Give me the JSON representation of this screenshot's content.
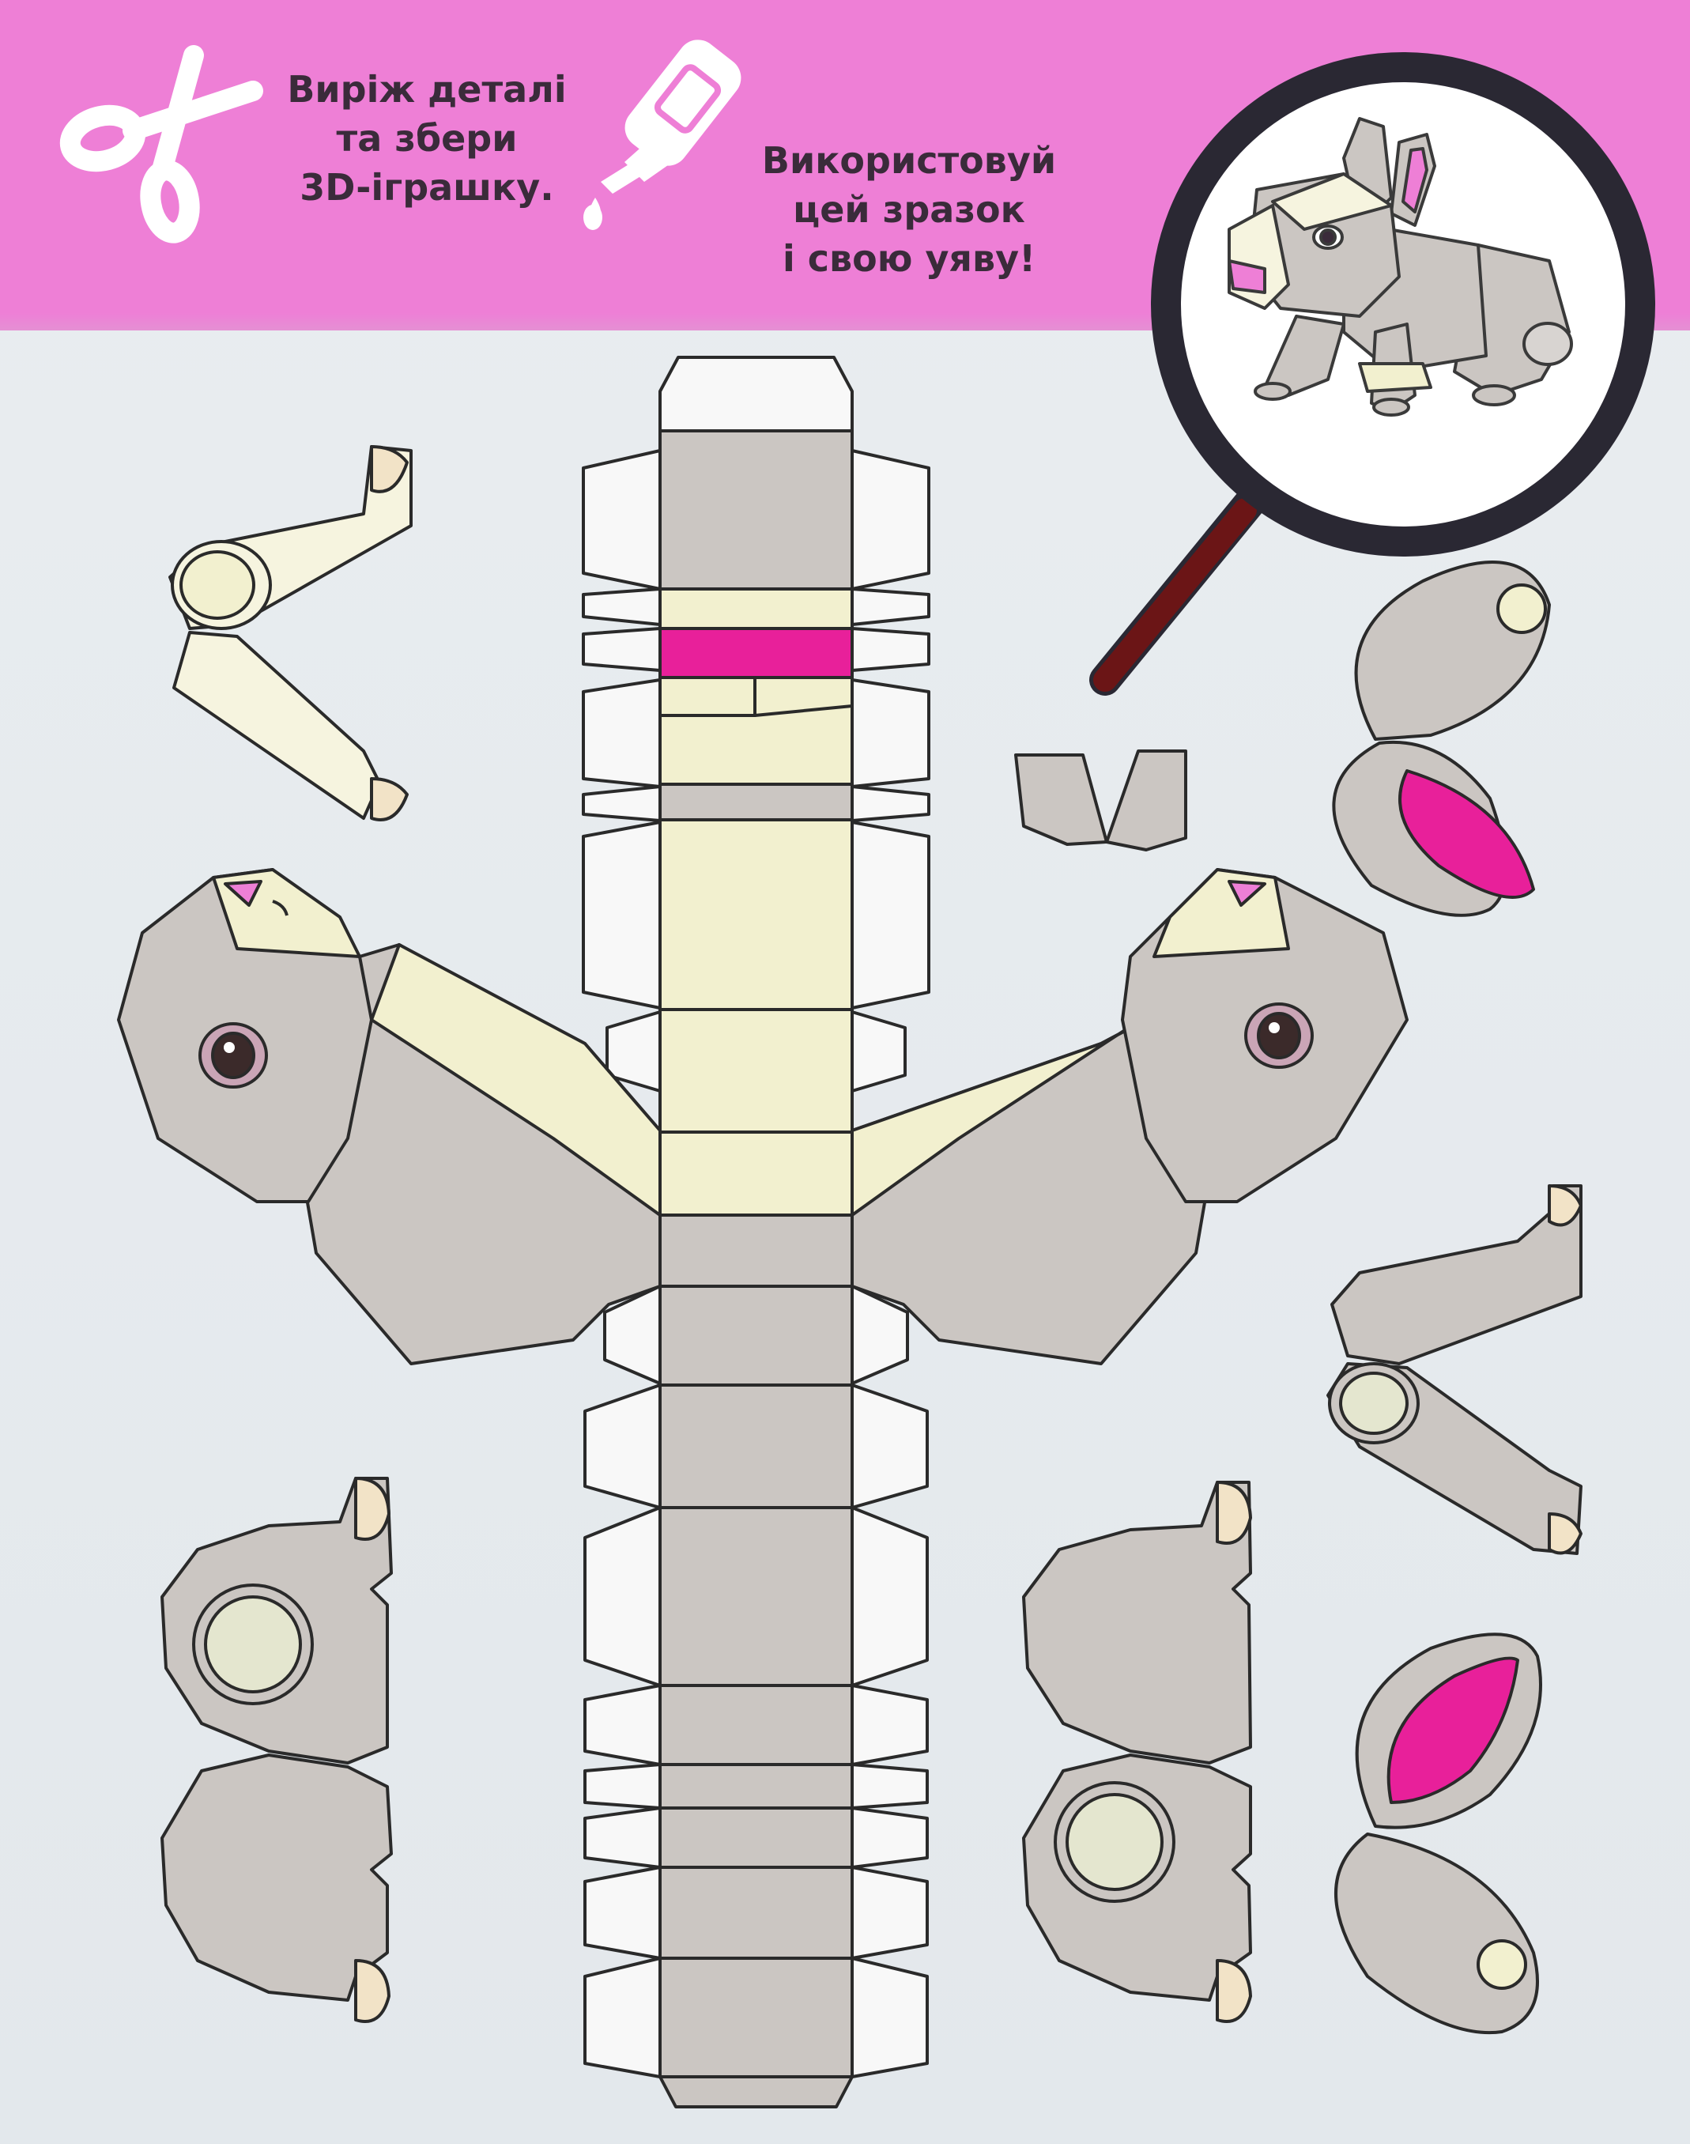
{
  "header": {
    "instruction_left": [
      "Виріж деталі",
      "та збери",
      "3D-іграшку."
    ],
    "instruction_right": [
      "Використовуй",
      "цей зразок",
      "і свою уяву!"
    ]
  },
  "icons": {
    "scissors": "scissors-icon",
    "glue": "glue-bottle-icon",
    "magnifier": "magnifying-glass-icon"
  },
  "colors": {
    "header_pink": "#ee7fd6",
    "page": "#e6ebee",
    "bunny_grey": "#cbc6c2",
    "cream": "#f2f0cf",
    "light_cream": "#f6f4df",
    "pink": "#e8209a",
    "outline": "#2a2a2a",
    "magnifier_handle": "#6b1516",
    "magnifier_rim": "#2a2833"
  }
}
